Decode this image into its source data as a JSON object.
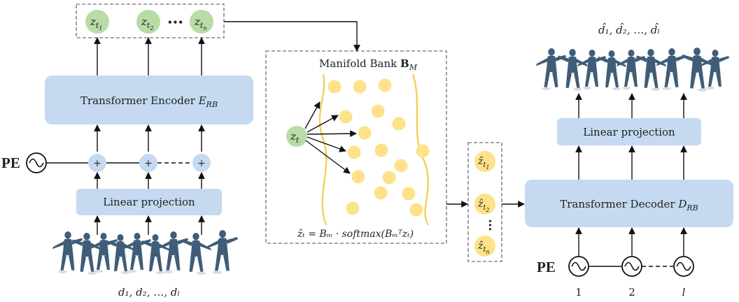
{
  "encoder": {
    "latents": {
      "z1": "z",
      "z1_sub": "t",
      "z1_subsub": "1",
      "z2": "z",
      "z2_sub": "t",
      "z2_subsub": "2",
      "zn": "z",
      "zn_sub": "t",
      "zn_subsub": "n",
      "ellipsis": "•••"
    },
    "transformer_label": "Transformer Encoder ",
    "transformer_sym": "E",
    "transformer_sub": "RB",
    "plus": "+",
    "pe_label": "PE",
    "linear_label": "Linear projection",
    "input_label": "d₁, d₂, …, dₗ"
  },
  "bank": {
    "title": "Manifold Bank ",
    "title_sym": "B",
    "title_sub": "M",
    "query": "z",
    "query_sub": "t",
    "formula": "ẑₜ = Bₘ · softmax(Bₘᵀzₜ)"
  },
  "retrieved": {
    "z1": "ẑ",
    "z1_sub": "t",
    "z1_subsub": "1",
    "z2": "ẑ",
    "z2_sub": "t",
    "z2_subsub": "2",
    "zn": "ẑ",
    "zn_sub": "t",
    "zn_subsub": "n",
    "ellipsis": "•••"
  },
  "decoder": {
    "transformer_label": "Transformer Decoder ",
    "transformer_sym": "D",
    "transformer_sub": "RB",
    "linear_label": "Linear projection",
    "pe_label": "PE",
    "pe_indices": [
      "1",
      "2",
      "l"
    ],
    "output_label": "d̂₁, d̂₂, …, d̂ₗ"
  },
  "colors": {
    "block": "#c5daf0",
    "latent_green": "#b9dca6",
    "bank_yellow": "#fde28a",
    "bank_curve": "#f3cc4f",
    "figure": "#3f5d78"
  }
}
